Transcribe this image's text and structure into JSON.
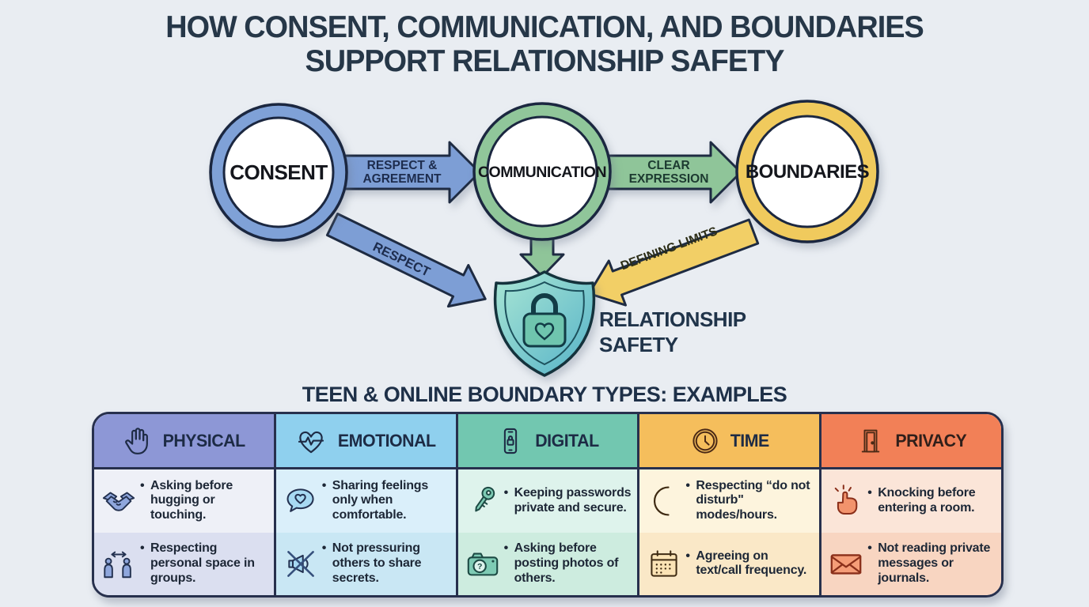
{
  "title": {
    "line1": "HOW CONSENT, COMMUNICATION, AND BOUNDARIES",
    "line2": "SUPPORT RELATIONSHIP SAFETY"
  },
  "flow": {
    "nodes": [
      {
        "label": "CONSENT",
        "ring_color": "#7fa1d7"
      },
      {
        "label": "COMMUNICATION",
        "ring_color": "#90c69a"
      },
      {
        "label": "BOUNDARIES",
        "ring_color": "#f0ca5d"
      }
    ],
    "arrows": {
      "consent_to_communication": {
        "line1": "RESPECT &",
        "line2": "AGREEMENT",
        "color": "#7d9ed5"
      },
      "communication_to_boundaries": {
        "line1": "CLEAR",
        "line2": "EXPRESSION",
        "color": "#8fc599"
      },
      "consent_to_safety": {
        "label": "RESPECT",
        "color": "#7d9ed5"
      },
      "communication_to_safety": {
        "color": "#8fc599"
      },
      "boundaries_to_safety": {
        "label": "DEFINING LIMITS",
        "color": "#f2cf66"
      }
    },
    "outcome": {
      "line1": "RELATIONSHIP",
      "line2": "SAFETY",
      "shield_color_top": "#a9e6d4",
      "shield_color_bottom": "#55b2c8"
    }
  },
  "table": {
    "title": "TEEN & ONLINE BOUNDARY TYPES: EXAMPLES",
    "columns": [
      {
        "header": "PHYSICAL",
        "icon": "hand-icon",
        "header_color": "#8d97d6",
        "items": [
          {
            "icon": "handshake-icon",
            "text": "Asking before hugging or touching."
          },
          {
            "icon": "personal-space-icon",
            "text": "Respecting personal space in groups."
          }
        ]
      },
      {
        "header": "EMOTIONAL",
        "icon": "heart-pulse-icon",
        "header_color": "#8fd0ee",
        "items": [
          {
            "icon": "speech-heart-icon",
            "text": "Sharing feelings only when comfortable."
          },
          {
            "icon": "no-pressure-icon",
            "text": "Not pressuring others to share secrets."
          }
        ]
      },
      {
        "header": "DIGITAL",
        "icon": "phone-lock-icon",
        "header_color": "#72c7b0",
        "items": [
          {
            "icon": "key-icon",
            "text": "Keeping passwords private and secure."
          },
          {
            "icon": "camera-question-icon",
            "text": "Asking before posting photos of others."
          }
        ]
      },
      {
        "header": "TIME",
        "icon": "clock-icon",
        "header_color": "#f5be5c",
        "items": [
          {
            "icon": "moon-icon",
            "text": "Respecting “do not disturb\" modes/hours."
          },
          {
            "icon": "calendar-icon",
            "text": "Agreeing on text/call frequency."
          }
        ]
      },
      {
        "header": "PRIVACY",
        "icon": "door-icon",
        "header_color": "#f28057",
        "items": [
          {
            "icon": "knock-icon",
            "text": "Knocking before entering a room."
          },
          {
            "icon": "envelope-icon",
            "text": "Not reading private messages or journals."
          }
        ]
      }
    ]
  }
}
